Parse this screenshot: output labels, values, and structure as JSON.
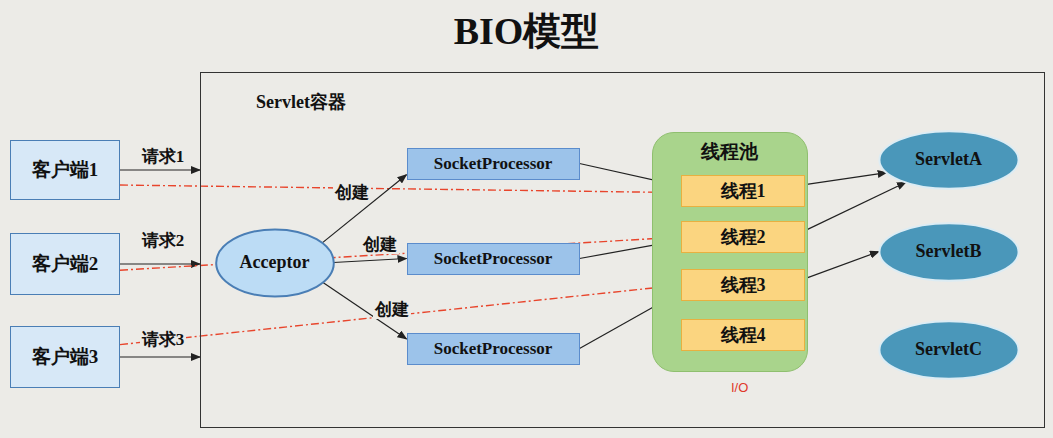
{
  "diagram": {
    "title": "BIO模型",
    "nodes": [
      {
        "text": [
          "客户端1"
        ]
      },
      {
        "text": [
          "客户端2"
        ]
      },
      {
        "text": [
          "客户端3"
        ]
      },
      {
        "text": [
          "Servlet容器"
        ]
      },
      {
        "text": [
          "Acceptor"
        ],
        "in": 3
      },
      {
        "text": [
          "SocketProcessor"
        ],
        "in": 3
      },
      {
        "text": [
          "SocketProcessor"
        ],
        "in": 3
      },
      {
        "text": [
          "SocketProcessor"
        ],
        "in": 3
      },
      {
        "text": [
          "线程池"
        ],
        "in": 3
      },
      {
        "text": [
          "线程1"
        ],
        "in": 8
      },
      {
        "text": [
          "线程2"
        ],
        "in": 8
      },
      {
        "text": [
          "线程3"
        ],
        "in": 8
      },
      {
        "text": [
          "线程4"
        ],
        "in": 8
      },
      {
        "text": [
          "ServletA"
        ],
        "in": 3
      },
      {
        "text": [
          "ServletB"
        ],
        "in": 3
      },
      {
        "text": [
          "ServletC"
        ],
        "in": 3
      }
    ],
    "edges": [
      {
        "from": 0,
        "to": 3,
        "label": "请求1",
        "arrow": "to"
      },
      {
        "from": 1,
        "to": 3,
        "label": "请求2",
        "arrow": "to"
      },
      {
        "from": 2,
        "to": 3,
        "label": "请求3",
        "arrow": "to"
      },
      {
        "from": 0,
        "to": 9,
        "arrow": "to"
      },
      {
        "from": 1,
        "to": 10,
        "arrow": "to"
      },
      {
        "from": 2,
        "to": 11,
        "arrow": "to"
      },
      {
        "from": 4,
        "to": 5,
        "label": "创建",
        "arrow": "to"
      },
      {
        "from": 4,
        "to": 6,
        "label": "创建",
        "arrow": "to"
      },
      {
        "from": 4,
        "to": 7,
        "label": "创建",
        "arrow": "to"
      },
      {
        "from": 5,
        "to": 9,
        "arrow": "to"
      },
      {
        "from": 6,
        "to": 10,
        "arrow": "to"
      },
      {
        "from": 7,
        "to": 11,
        "arrow": "to"
      },
      {
        "from": 9,
        "to": 13,
        "arrow": "to"
      },
      {
        "from": 10,
        "to": 13,
        "arrow": "to"
      },
      {
        "from": 11,
        "to": 14,
        "arrow": "to"
      }
    ],
    "labels": [
      "I/O"
    ]
  }
}
